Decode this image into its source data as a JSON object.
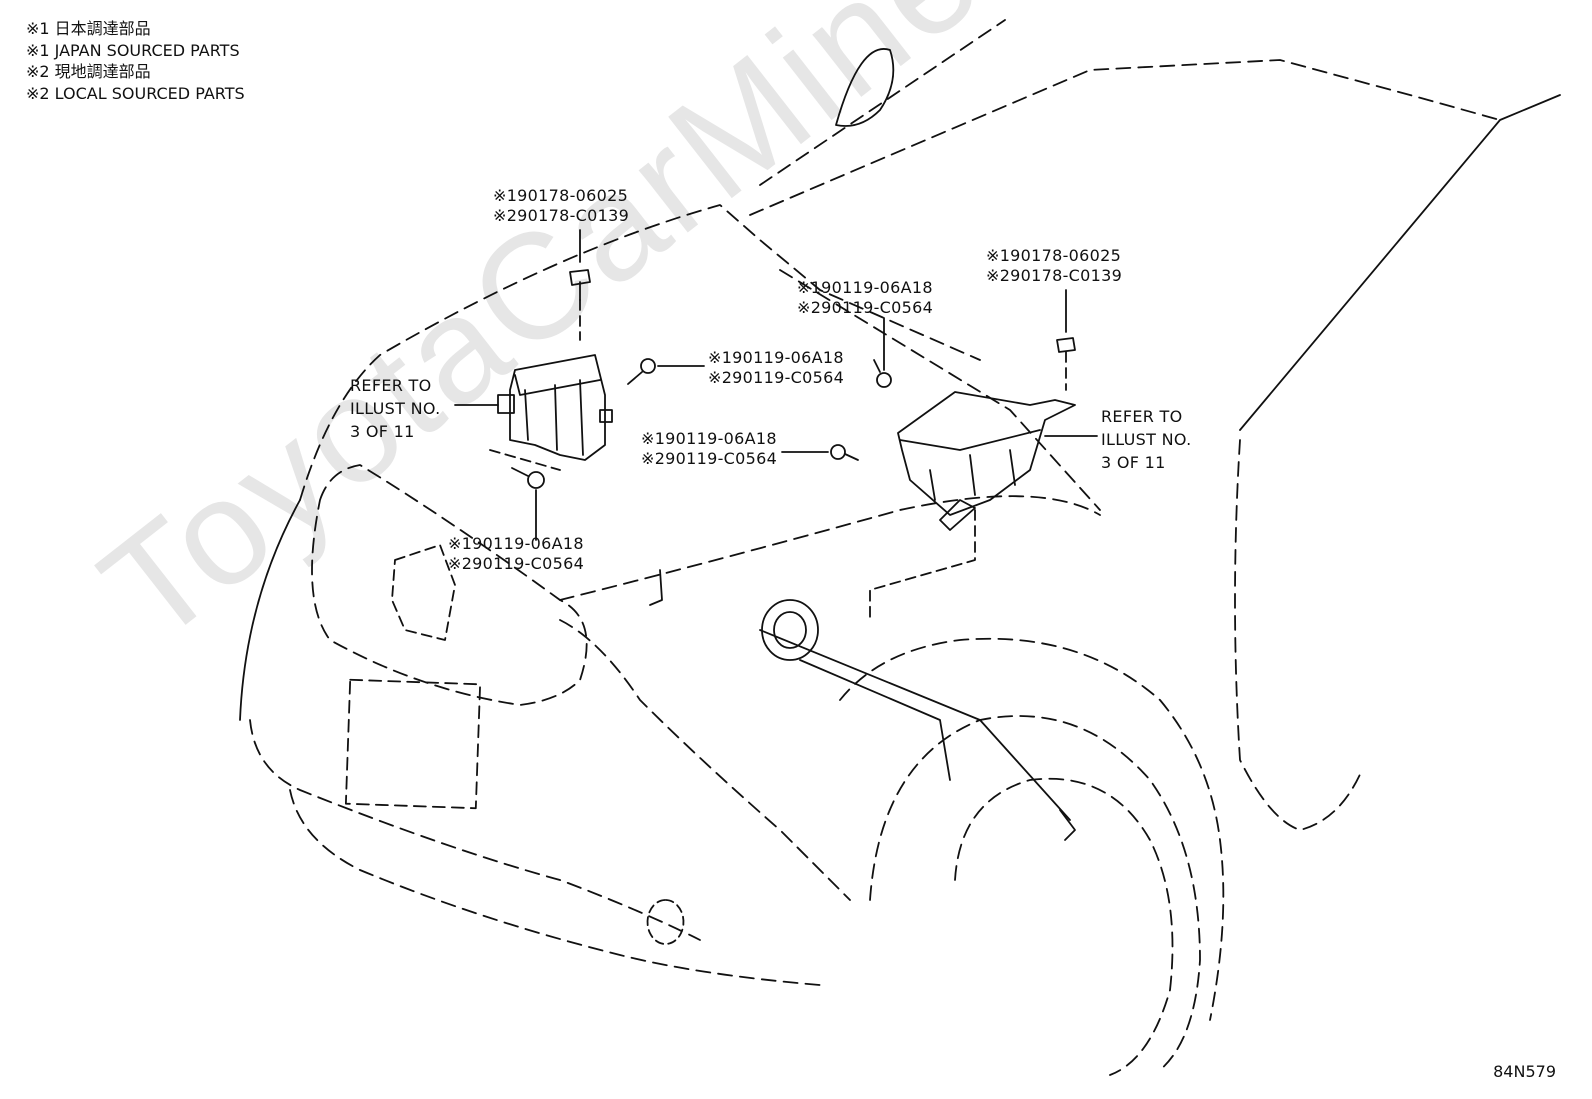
{
  "legend": [
    "※1 日本調達部品",
    "※1 JAPAN SOURCED PARTS",
    "※2 現地調達部品",
    "※2 LOCAL SOURCED PARTS"
  ],
  "watermark": "ToyotaCarMine.ru",
  "illustration_code": "84N579",
  "callouts": {
    "top_nut_left": [
      "※190178-06025",
      "※290178-C0139"
    ],
    "bolt_upper_left": [
      "※190119-06A18",
      "※290119-C0564"
    ],
    "bolt_bottom_left": [
      "※190119-06A18",
      "※290119-C0564"
    ],
    "bolt_top_right": [
      "※190119-06A18",
      "※290119-C0564"
    ],
    "nut_right": [
      "※190178-06025",
      "※290178-C0139"
    ],
    "bolt_middle": [
      "※190119-06A18",
      "※290119-C0564"
    ]
  },
  "refers": {
    "left": [
      "REFER TO",
      "ILLUST NO.",
      "3 OF 11"
    ],
    "right": [
      "REFER TO",
      "ILLUST NO.",
      "3 OF 11"
    ]
  }
}
